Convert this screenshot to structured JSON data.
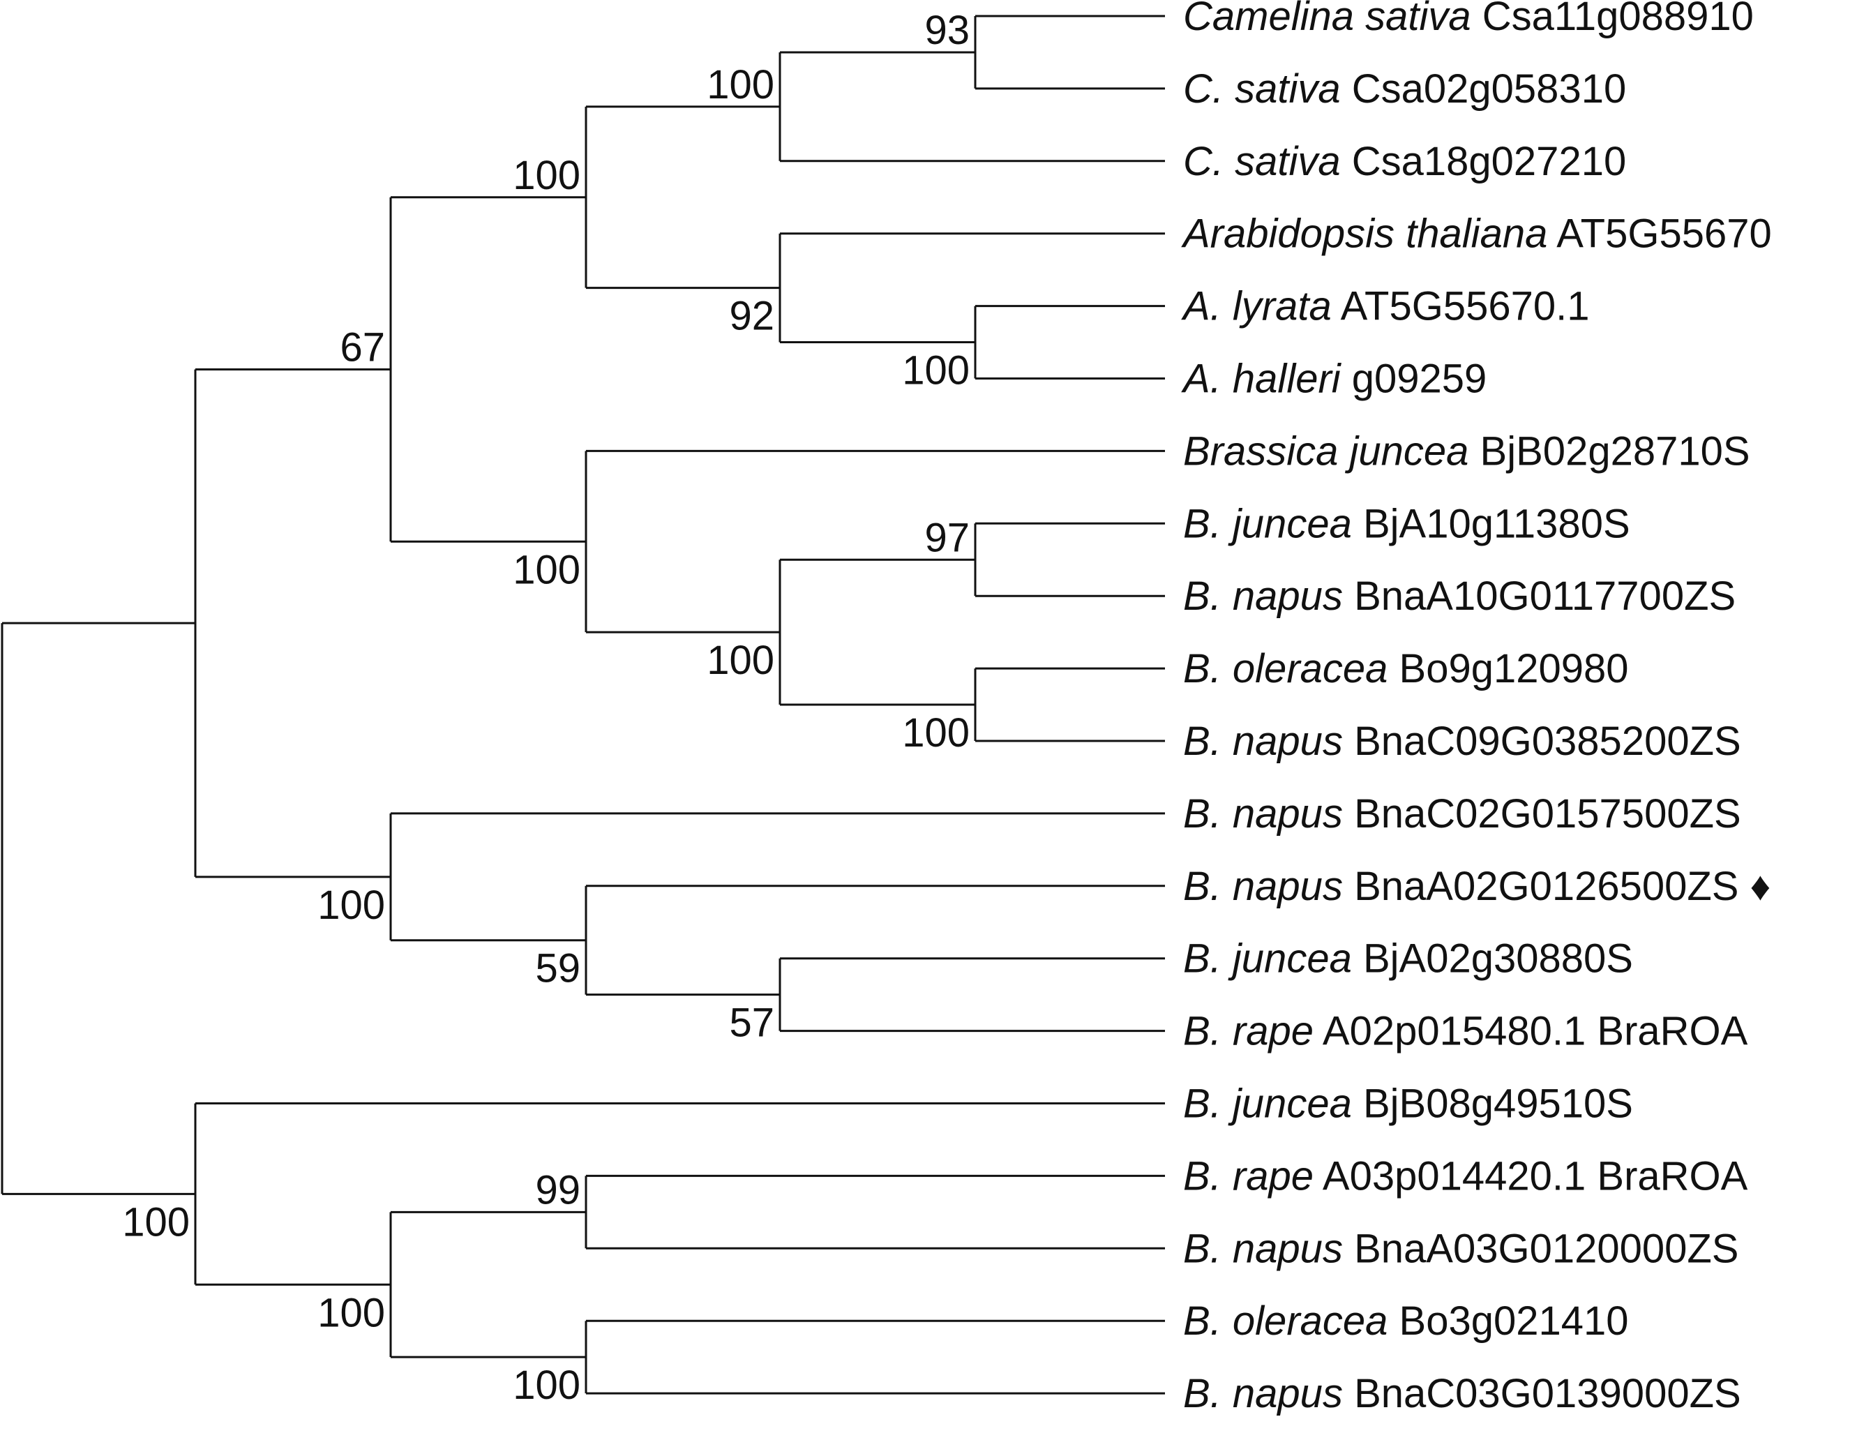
{
  "colors": {
    "line": "#111111",
    "text": "#111111",
    "background": "#ffffff"
  },
  "leaves": [
    {
      "species": "Camelina sativa",
      "gene": "Csa11g088910",
      "marker": ""
    },
    {
      "species": "C. sativa",
      "gene": "Csa02g058310",
      "marker": ""
    },
    {
      "species": "C. sativa",
      "gene": "Csa18g027210",
      "marker": ""
    },
    {
      "species": "Arabidopsis thaliana",
      "gene": "AT5G55670",
      "marker": ""
    },
    {
      "species": "A. lyrata",
      "gene": "AT5G55670.1",
      "marker": ""
    },
    {
      "species": "A. halleri",
      "gene": "g09259",
      "marker": ""
    },
    {
      "species": "Brassica juncea",
      "gene": "BjB02g28710S",
      "marker": ""
    },
    {
      "species": "B. juncea",
      "gene": "BjA10g11380S",
      "marker": ""
    },
    {
      "species": "B. napus",
      "gene": "BnaA10G0117700ZS",
      "marker": ""
    },
    {
      "species": "B. oleracea",
      "gene": "Bo9g120980",
      "marker": ""
    },
    {
      "species": "B. napus",
      "gene": "BnaC09G0385200ZS",
      "marker": ""
    },
    {
      "species": "B. napus",
      "gene": "BnaC02G0157500ZS",
      "marker": ""
    },
    {
      "species": "B. napus",
      "gene": "BnaA02G0126500ZS",
      "marker": "♦"
    },
    {
      "species": "B. juncea",
      "gene": "BjA02g30880S",
      "marker": ""
    },
    {
      "species": "B. rape",
      "gene": "A02p015480.1 BraROA",
      "marker": ""
    },
    {
      "species": "B. juncea",
      "gene": "BjB08g49510S",
      "marker": ""
    },
    {
      "species": "B. rape",
      "gene": "A03p014420.1 BraROA",
      "marker": ""
    },
    {
      "species": "B. napus",
      "gene": "BnaA03G0120000ZS",
      "marker": ""
    },
    {
      "species": "B. oleracea",
      "gene": "Bo3g021410",
      "marker": ""
    },
    {
      "species": "B. napus",
      "gene": "BnaC03G0139000ZS",
      "marker": ""
    }
  ],
  "tree": {
    "children": [
      {
        "children": [
          {
            "support": "67",
            "children": [
              {
                "support": "100",
                "children": [
                  {
                    "support": "100",
                    "children": [
                      {
                        "support": "93",
                        "children": [
                          {
                            "leaf": 0
                          },
                          {
                            "leaf": 1
                          }
                        ]
                      },
                      {
                        "leaf": 2
                      }
                    ]
                  },
                  {
                    "support": "92",
                    "children": [
                      {
                        "leaf": 3
                      },
                      {
                        "support": "100",
                        "children": [
                          {
                            "leaf": 4
                          },
                          {
                            "leaf": 5
                          }
                        ]
                      }
                    ]
                  }
                ]
              },
              {
                "support": "100",
                "children": [
                  {
                    "leaf": 6
                  },
                  {
                    "support": "100",
                    "children": [
                      {
                        "support": "97",
                        "children": [
                          {
                            "leaf": 7
                          },
                          {
                            "leaf": 8
                          }
                        ]
                      },
                      {
                        "support": "100",
                        "children": [
                          {
                            "leaf": 9
                          },
                          {
                            "leaf": 10
                          }
                        ]
                      }
                    ]
                  }
                ]
              }
            ]
          },
          {
            "support": "100",
            "children": [
              {
                "leaf": 11
              },
              {
                "support": "59",
                "children": [
                  {
                    "leaf": 12
                  },
                  {
                    "support": "57",
                    "children": [
                      {
                        "leaf": 13
                      },
                      {
                        "leaf": 14
                      }
                    ]
                  }
                ]
              }
            ]
          }
        ]
      },
      {
        "support": "100",
        "children": [
          {
            "leaf": 15
          },
          {
            "support": "100",
            "children": [
              {
                "support": "99",
                "children": [
                  {
                    "leaf": 16
                  },
                  {
                    "leaf": 17
                  }
                ]
              },
              {
                "support": "100",
                "children": [
                  {
                    "leaf": 18
                  },
                  {
                    "leaf": 19
                  }
                ]
              }
            ]
          }
        ]
      }
    ]
  }
}
